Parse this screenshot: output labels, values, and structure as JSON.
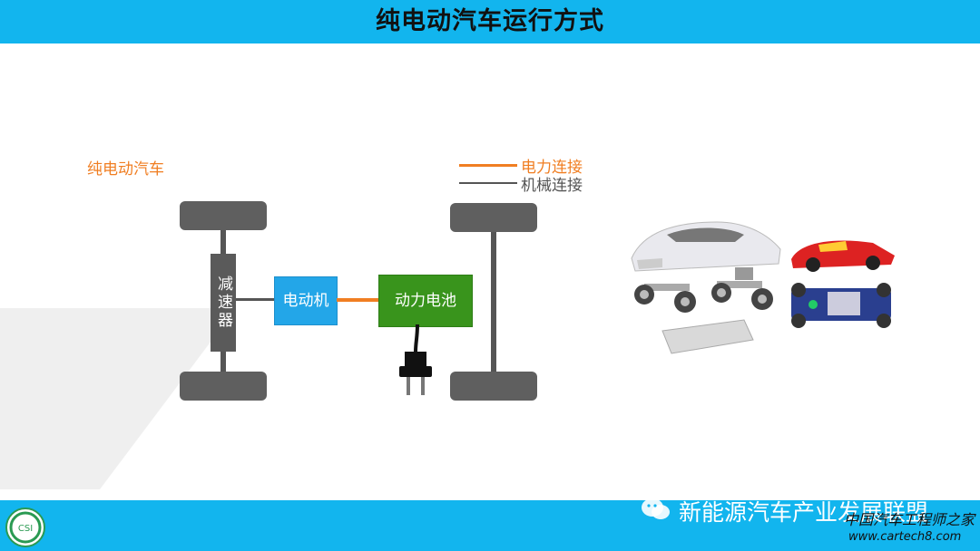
{
  "title": "纯电动汽车运行方式",
  "diagram": {
    "subtitle": "纯电动汽车",
    "legend": {
      "electric": "电力连接",
      "mechanical": "机械连接",
      "electric_color": "#f07e22",
      "mechanical_color": "#555555"
    },
    "nodes": {
      "reducer": "减速器",
      "motor": "电动机",
      "battery": "动力电池"
    },
    "icons": [
      "plug-icon",
      "car-components-illustration",
      "mini-car-illustration"
    ]
  },
  "footer": {
    "brand": "新能源汽车产业发展联盟",
    "site_cn": "中国汽车工程师之家",
    "site_url": "www.cartech8.com",
    "logo_text": "CSI"
  },
  "colors": {
    "bar": "#12b5ee",
    "motor": "#23a6e8",
    "battery": "#39941c",
    "wheel": "#5f5f5f"
  }
}
